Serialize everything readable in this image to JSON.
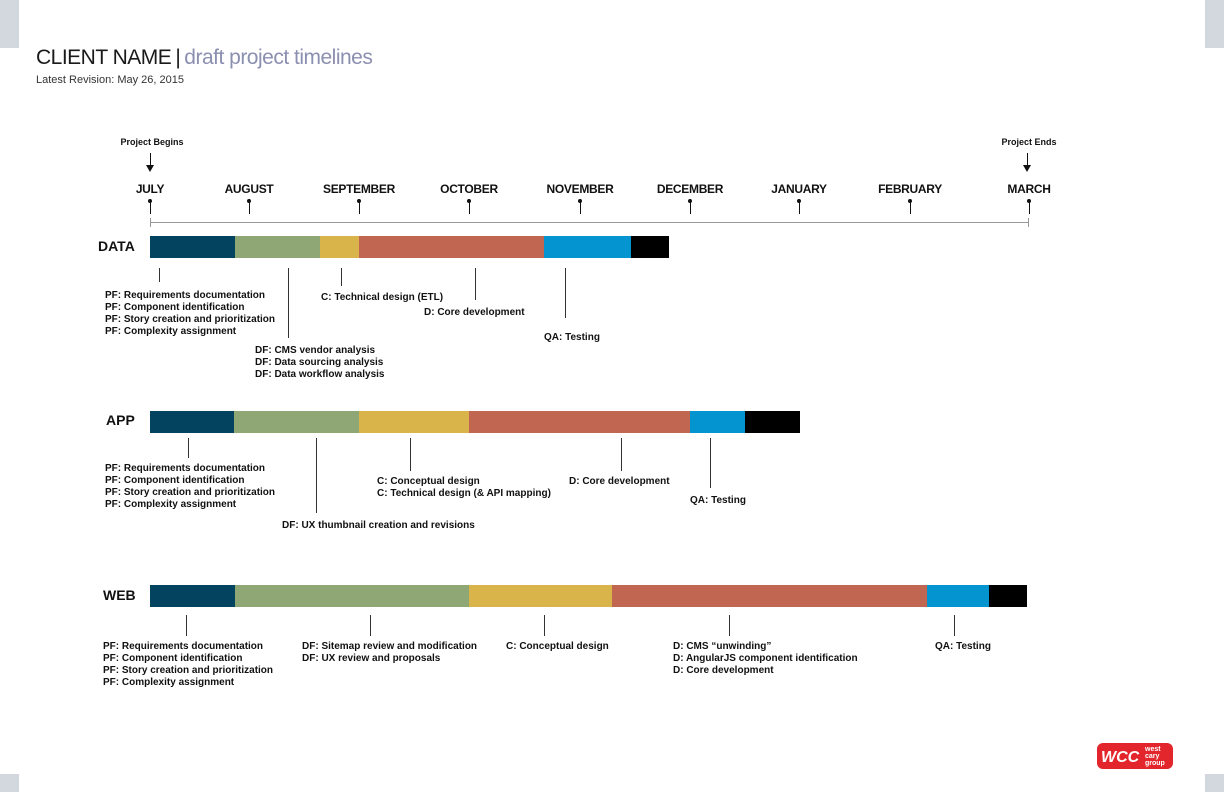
{
  "header": {
    "client": "CLIENT NAME",
    "separator": "|",
    "subtitle": "draft project timelines",
    "revision": "Latest Revision: May 26, 2015"
  },
  "milestones": {
    "start": "Project Begins",
    "end": "Project Ends"
  },
  "months": [
    "JULY",
    "AUGUST",
    "SEPTEMBER",
    "OCTOBER",
    "NOVEMBER",
    "DECEMBER",
    "JANUARY",
    "FEBRUARY",
    "MARCH"
  ],
  "colors": {
    "PF": "#04435f",
    "DF": "#8fa775",
    "C": "#d8b44a",
    "D": "#c16650",
    "QA": "#0495d0",
    "end": "#000000"
  },
  "rows": [
    {
      "label": "DATA",
      "notes": [
        [
          "PF: Requirements documentation",
          "PF: Component identification",
          "PF: Story creation and prioritization",
          "PF: Complexity assignment"
        ],
        [
          "DF: CMS vendor analysis",
          "DF: Data sourcing analysis",
          "DF: Data workflow analysis"
        ],
        [
          "C: Technical design (ETL)"
        ],
        [
          "D: Core development"
        ],
        [
          "QA: Testing"
        ]
      ]
    },
    {
      "label": "APP",
      "notes": [
        [
          "PF: Requirements documentation",
          "PF: Component identification",
          "PF: Story creation and prioritization",
          "PF: Complexity assignment"
        ],
        [
          "DF: UX thumbnail creation and revisions"
        ],
        [
          "C: Conceptual design",
          "C: Technical design (& API mapping)"
        ],
        [
          "D: Core development"
        ],
        [
          "QA: Testing"
        ]
      ]
    },
    {
      "label": "WEB",
      "notes": [
        [
          "PF: Requirements documentation",
          "PF: Component identification",
          "PF: Story creation and prioritization",
          "PF: Complexity assignment"
        ],
        [
          "DF: Sitemap review and modification",
          "DF: UX review and proposals"
        ],
        [
          "C: Conceptual design"
        ],
        [
          "D: CMS “unwinding”",
          "D: AngularJS component identification",
          "D: Core development"
        ],
        [
          "QA: Testing"
        ]
      ]
    }
  ],
  "logo": {
    "mark": "WCC",
    "text": [
      "west",
      "cary",
      "group"
    ]
  }
}
